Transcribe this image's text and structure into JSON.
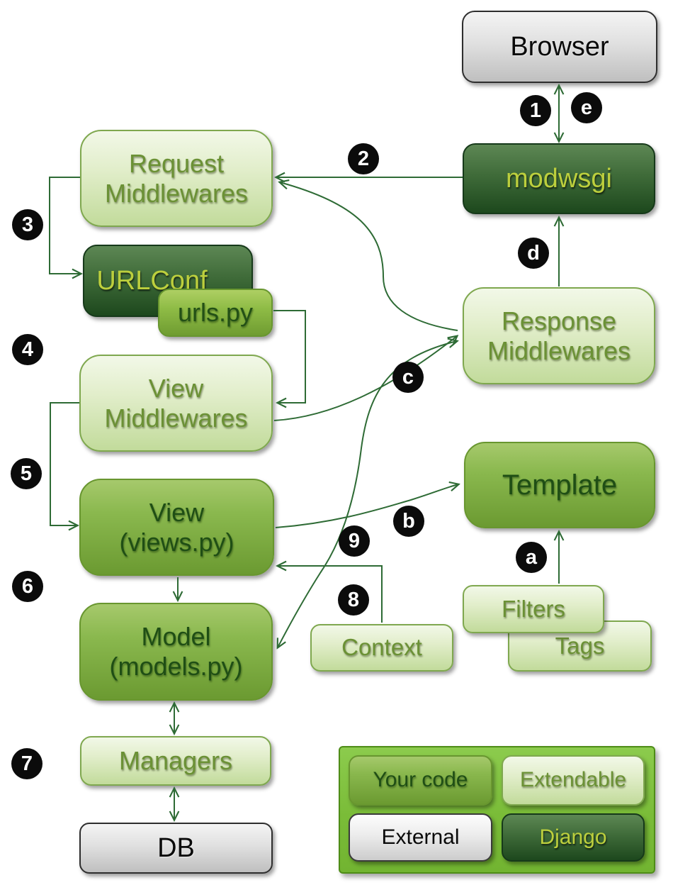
{
  "nodes": {
    "browser": {
      "label": "Browser"
    },
    "modwsgi": {
      "label": "modwsgi"
    },
    "request_middlewares": {
      "line1": "Request",
      "line2": "Middlewares"
    },
    "urlconf": {
      "label": "URLConf"
    },
    "urls_py": {
      "label": "urls.py"
    },
    "view_middlewares": {
      "line1": "View",
      "line2": "Middlewares"
    },
    "view": {
      "line1": "View",
      "line2": "(views.py)"
    },
    "model": {
      "line1": "Model",
      "line2": "(models.py)"
    },
    "managers": {
      "label": "Managers"
    },
    "db": {
      "label": "DB"
    },
    "response_middlewares": {
      "line1": "Response",
      "line2": "Middlewares"
    },
    "template": {
      "label": "Template"
    },
    "filters": {
      "label": "Filters"
    },
    "tags": {
      "label": "Tags"
    },
    "context": {
      "label": "Context"
    }
  },
  "steps": {
    "s1": "1",
    "s2": "2",
    "s3": "3",
    "s4": "4",
    "s5": "5",
    "s6": "6",
    "s7": "7",
    "s8": "8",
    "s9": "9",
    "sa": "a",
    "sb": "b",
    "sc": "c",
    "sd": "d",
    "se": "e"
  },
  "legend": {
    "your_code": "Your code",
    "extendable": "Extendable",
    "external": "External",
    "django": "Django"
  },
  "palette": {
    "connector_green": "#2e6b35",
    "badge_black": "#0b0b0b",
    "badge_text": "#ffffff",
    "pale_green": "#dcecc0",
    "mid_green": "#7ca43c",
    "dark_green": "#2a5426",
    "bright_green_legend": "#7abc38",
    "gray_box": "#d9d9d9"
  }
}
